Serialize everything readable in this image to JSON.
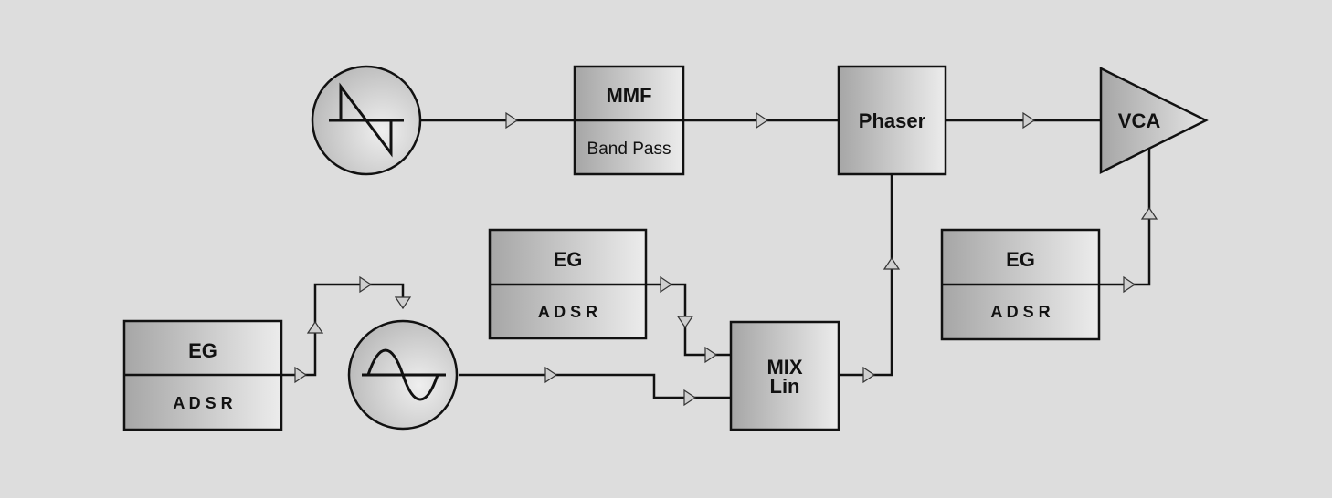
{
  "blocks": {
    "saw_osc": {
      "name": "sawtooth-oscillator"
    },
    "mmf": {
      "title": "MMF",
      "subtitle": "Band Pass"
    },
    "phaser": {
      "title": "Phaser"
    },
    "vca": {
      "title": "VCA"
    },
    "eg_left": {
      "title": "EG",
      "subtitle": "A D S R"
    },
    "sine_osc": {
      "name": "sine-oscillator"
    },
    "eg_middle": {
      "title": "EG",
      "subtitle": "A D S R"
    },
    "mix": {
      "title": "MIX",
      "subtitle": "Lin"
    },
    "eg_right": {
      "title": "EG",
      "subtitle": "A D S R"
    }
  },
  "colors": {
    "background": "#dddddd",
    "block_fill_light": "#ececec",
    "block_fill_dark": "#a6a6a6",
    "stroke": "#111111",
    "arrow_fill": "#cfcfcf"
  }
}
